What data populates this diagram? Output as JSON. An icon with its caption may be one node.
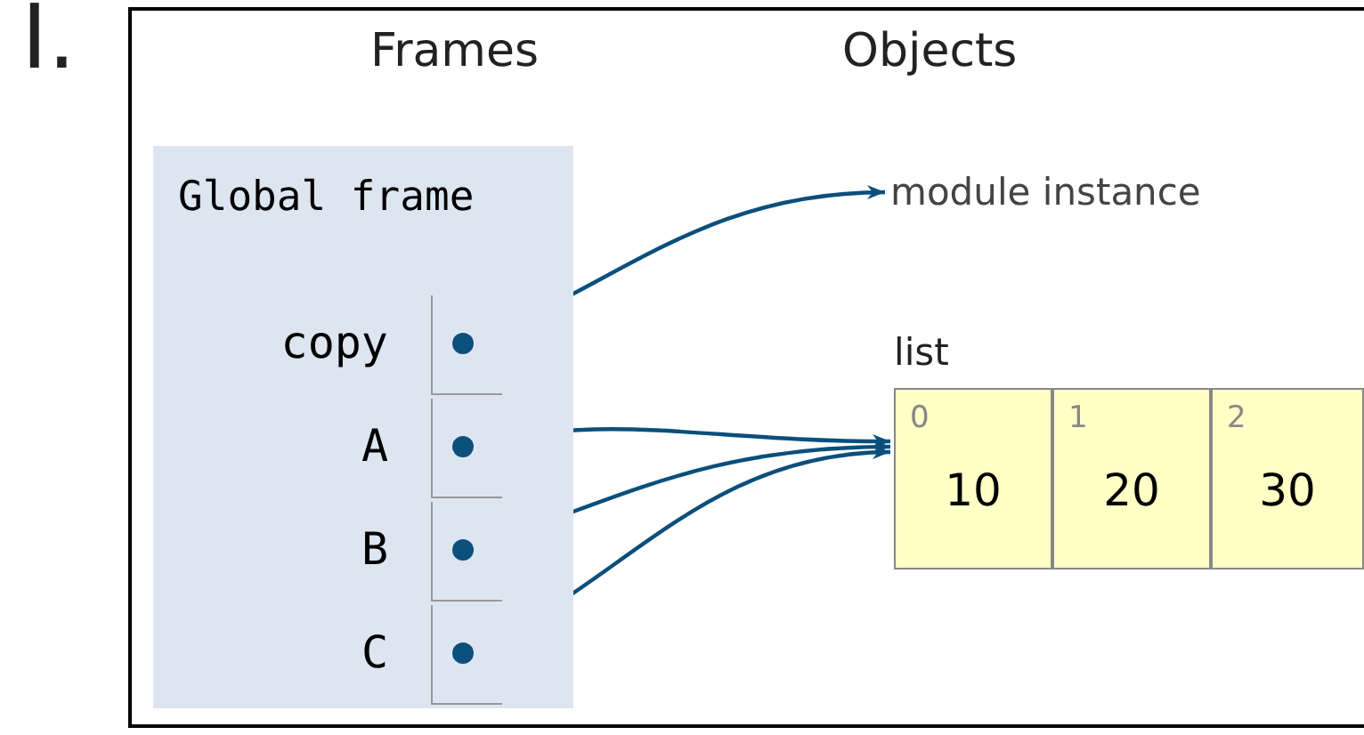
{
  "diagram": {
    "nodes": [
      {
        "text": [
          "Global frame"
        ]
      },
      {
        "text": [
          "copy"
        ],
        "in": 0
      },
      {
        "text": [
          "A"
        ],
        "in": 0
      },
      {
        "text": [
          "B"
        ],
        "in": 0
      },
      {
        "text": [
          "C"
        ],
        "in": 0
      },
      {
        "text": [
          "module instance"
        ]
      },
      {
        "text": [
          "list"
        ]
      },
      {
        "text": [
          "0",
          "10"
        ],
        "in": 6
      },
      {
        "text": [
          "1",
          "20"
        ],
        "in": 6
      },
      {
        "text": [
          "2",
          "30"
        ],
        "in": 6
      }
    ],
    "edges": [
      {
        "from": 1,
        "to": 5,
        "arrow": "to"
      },
      {
        "from": 2,
        "to": 6,
        "arrow": "to"
      },
      {
        "from": 3,
        "to": 6,
        "arrow": "to"
      },
      {
        "from": 4,
        "to": 6,
        "arrow": "to"
      }
    ],
    "labels": [
      "I.",
      "Frames",
      "Objects"
    ]
  }
}
